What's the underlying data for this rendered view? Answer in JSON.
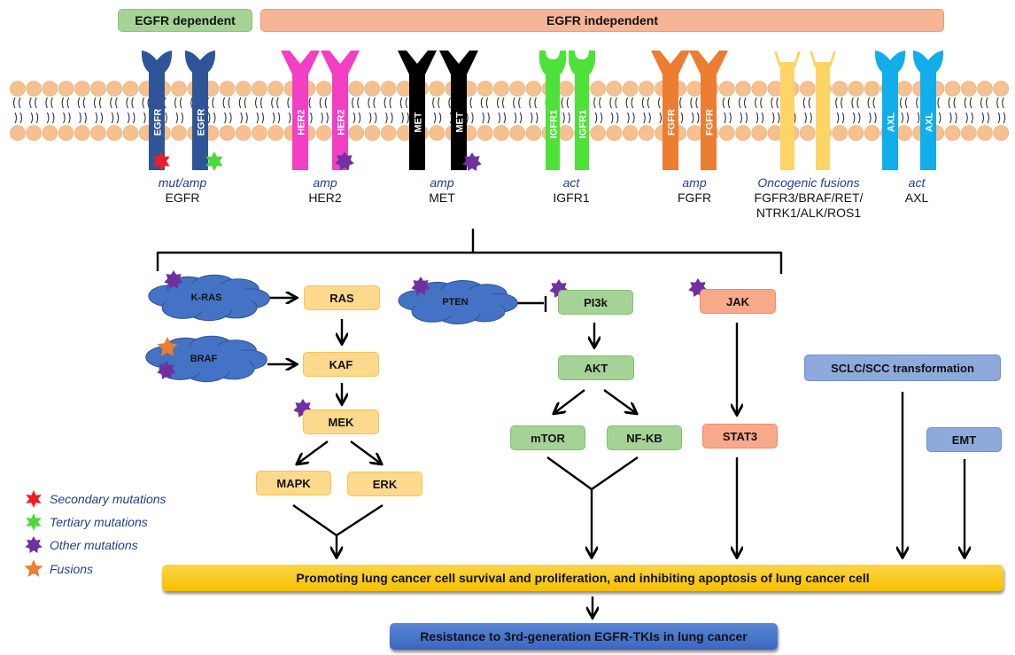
{
  "headers": {
    "egfr_dependent": "EGFR dependent",
    "egfr_independent": "EGFR independent"
  },
  "receptors": [
    {
      "id": "egfr",
      "bar_label": "EGFR",
      "mechanism": "mut/amp",
      "name": "EGFR",
      "color": "#2e5597",
      "stars": [
        "secondary",
        "tertiary"
      ]
    },
    {
      "id": "her2",
      "bar_label": "HER2",
      "mechanism": "amp",
      "name": "HER2",
      "color": "#f23fc4",
      "stars": [
        "other"
      ]
    },
    {
      "id": "met",
      "bar_label": "MET",
      "mechanism": "amp",
      "name": "MET",
      "color": "#000000",
      "stars": [
        "other"
      ]
    },
    {
      "id": "igfr1",
      "bar_label": "IGFR1",
      "mechanism": "act",
      "name": "IGFR1",
      "color": "#4ee13a",
      "stars": []
    },
    {
      "id": "fgfr",
      "bar_label": "FGFR",
      "mechanism": "amp",
      "name": "FGFR",
      "color": "#ec7d31",
      "stars": []
    },
    {
      "id": "fusions",
      "bar_label": "",
      "mechanism": "Oncogenic fusions",
      "name": "FGFR3/BRAF/RET/",
      "name2": "NTRK1/ALK/ROS1",
      "color": "#fdd566",
      "stars": []
    },
    {
      "id": "axl",
      "bar_label": "AXL",
      "mechanism": "act",
      "name": "AXL",
      "color": "#11aeeb",
      "stars": []
    }
  ],
  "pathway": {
    "kras": "K-RAS",
    "braf": "BRAF",
    "pten": "PTEN",
    "ras": "RAS",
    "kaf": "KAF",
    "mek": "MEK",
    "mapk": "MAPK",
    "erk": "ERK",
    "pi3k": "PI3k",
    "akt": "AKT",
    "mtor": "mTOR",
    "nfkb": "NF-KB",
    "jak": "JAK",
    "stat3": "STAT3",
    "sclc": "SCLC/SCC transformation",
    "emt": "EMT"
  },
  "outcome": {
    "promoting": "Promoting lung cancer cell survival and proliferation, and inhibiting apoptosis of lung cancer cell",
    "resistance": "Resistance to 3rd-generation EGFR-TKIs in lung cancer"
  },
  "legend": [
    {
      "key": "secondary",
      "label": "Secondary mutations",
      "color": "#ee1c24",
      "shape": "six-point-star"
    },
    {
      "key": "tertiary",
      "label": "Tertiary mutations",
      "color": "#4cd93b",
      "shape": "six-point-star"
    },
    {
      "key": "other",
      "label": "Other mutations",
      "color": "#7030a0",
      "shape": "seven-point-star"
    },
    {
      "key": "fusions",
      "label": "Fusions",
      "color": "#ec7d31",
      "shape": "five-point-star"
    }
  ],
  "colors": {
    "membrane_head": "#f7c08f",
    "cloud": "#4472c4",
    "arrow": "#000000"
  }
}
